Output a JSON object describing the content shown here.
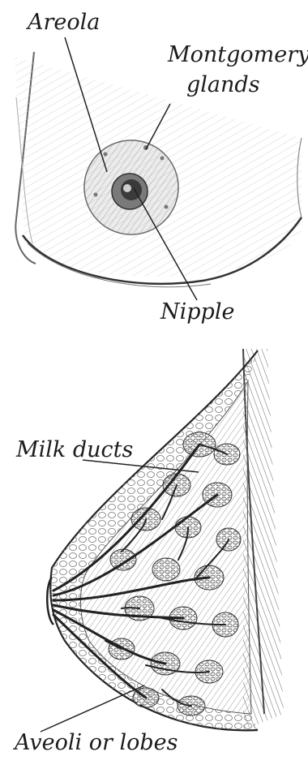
{
  "labels": {
    "areola": "Areola",
    "montgomery_line1": "Montgomery",
    "montgomery_line2": "glands",
    "nipple": "Nipple",
    "milk_ducts": "Milk ducts",
    "aveoli": "Aveoli or lobes"
  },
  "colors": {
    "ink": "#1c1c1c",
    "sketch": "#555555",
    "shade": "#8a8a8a",
    "background": "#ffffff"
  }
}
